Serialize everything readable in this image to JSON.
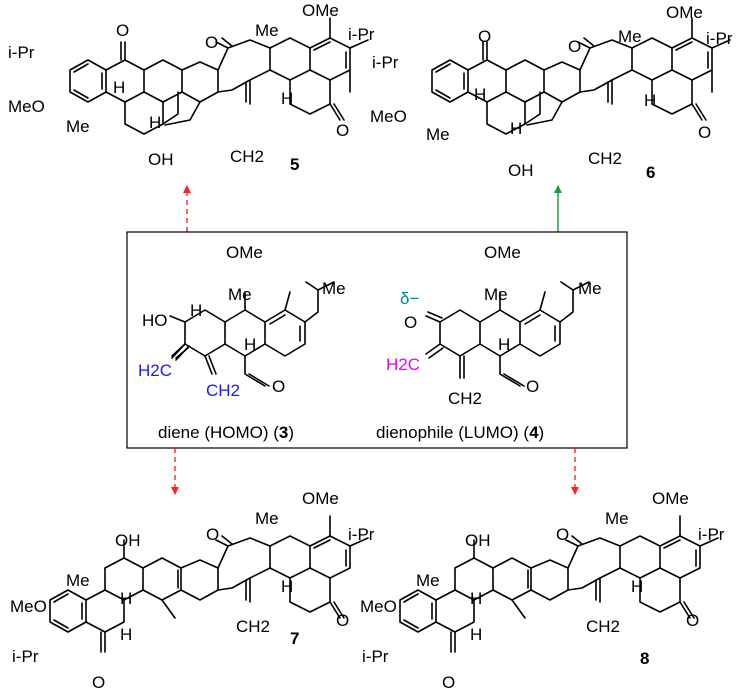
{
  "colors": {
    "diene_highlight": "#1a1aff",
    "dienophile_highlight": "#ee00ee",
    "delta_label": "#008b8b",
    "disfavored_arrow": "#ff2222",
    "favored_arrow": "#1a9a3a",
    "bond": "#000000"
  },
  "atoms": {
    "ome": "OMe",
    "ipr": "i-Pr",
    "meo": "MeO",
    "me": "Me",
    "h": "H",
    "oh": "OH",
    "o": "O",
    "ch2": "CH2",
    "h2c": "H2C",
    "ho": "HO",
    "delta_minus": "δ−"
  },
  "compounds": {
    "c5": "5",
    "c6": "6",
    "c7": "7",
    "c8": "8",
    "c3": "3",
    "c4": "4"
  },
  "box": {
    "diene_caption_pre": "diene (HOMO) (",
    "dienophile_caption_pre": "dienophile (LUMO) (",
    "caption_post": ")"
  },
  "arrows": [
    {
      "target": "5",
      "style": "dashed",
      "color_key": "disfavored_arrow"
    },
    {
      "target": "6",
      "style": "solid",
      "color_key": "favored_arrow"
    },
    {
      "target": "7",
      "style": "dashed",
      "color_key": "disfavored_arrow"
    },
    {
      "target": "8",
      "style": "dashed",
      "color_key": "disfavored_arrow"
    }
  ]
}
